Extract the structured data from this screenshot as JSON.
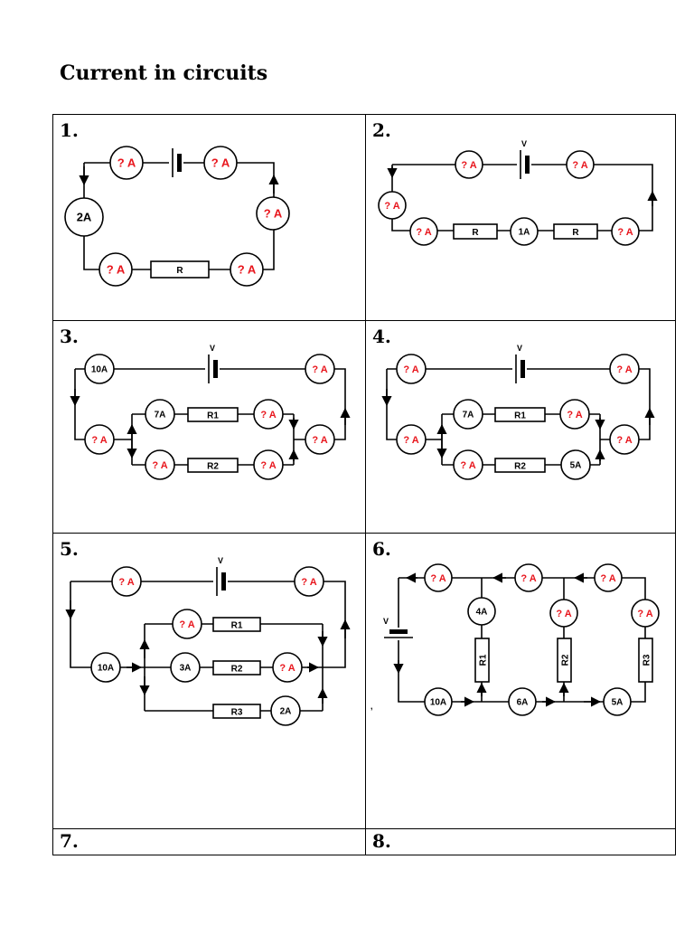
{
  "title": "Current in circuits",
  "colors": {
    "unknown": "#e8161d",
    "known": "#000000",
    "wire": "#000000"
  },
  "cells": [
    {
      "number": "1."
    },
    {
      "number": "2."
    },
    {
      "number": "3."
    },
    {
      "number": "4."
    },
    {
      "number": "5."
    },
    {
      "number": "6."
    },
    {
      "number": "7."
    },
    {
      "number": "8."
    }
  ],
  "unknown_label": "? A",
  "battery_label": "V",
  "circuit1": {
    "known": "2A",
    "resistor": "R"
  },
  "circuit2": {
    "known": "1A",
    "resistor_left": "R",
    "resistor_right": "R"
  },
  "circuit3": {
    "source": "10A",
    "branch_top": "7A",
    "r1": "R1",
    "r2": "R2"
  },
  "circuit4": {
    "branch_top": "7A",
    "branch_bottom": "5A",
    "r1": "R1",
    "r2": "R2"
  },
  "circuit5": {
    "source": "10A",
    "branch_mid": "3A",
    "branch_bottom": "2A",
    "r1": "R1",
    "r2": "R2",
    "r3": "R3"
  },
  "circuit6": {
    "branch1": "4A",
    "bottom_left": "10A",
    "bottom_mid": "6A",
    "bottom_right": "5A",
    "r1": "R1",
    "r2": "R2",
    "r3": "R3",
    "stray_mark": ","
  }
}
